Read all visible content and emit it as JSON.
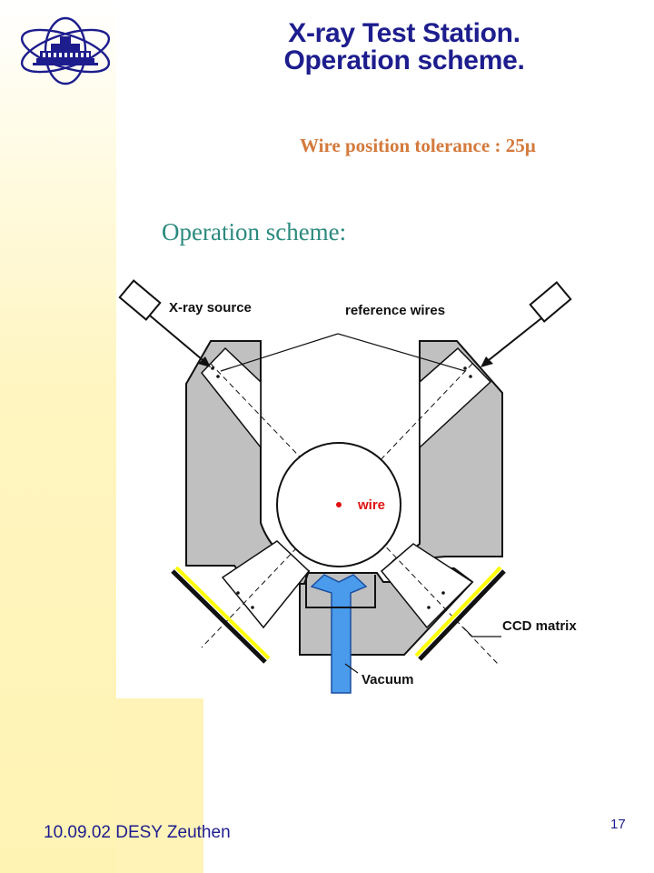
{
  "header": {
    "title_line1": "X-ray Test Station.",
    "title_line2": "Operation scheme."
  },
  "tolerance_text": "Wire position tolerance : 25µ",
  "scheme_heading": "Operation scheme:",
  "diagram": {
    "labels": {
      "xray_source": "X-ray source",
      "reference_wires": "reference wires",
      "wire": "wire",
      "ccd_matrix": "CCD matrix",
      "vacuum": "Vacuum"
    }
  },
  "footer": {
    "date_location": "10.09.02 DESY Zeuthen",
    "page_number": "17"
  },
  "colors": {
    "title": "#1d1d8e",
    "tolerance": "#d47a3c",
    "heading": "#2b8a7e",
    "body_fill": "#c0c0c0",
    "ccd_strip": "#ffff00",
    "vacuum": "#4a9bec",
    "wire": "#e01010"
  }
}
